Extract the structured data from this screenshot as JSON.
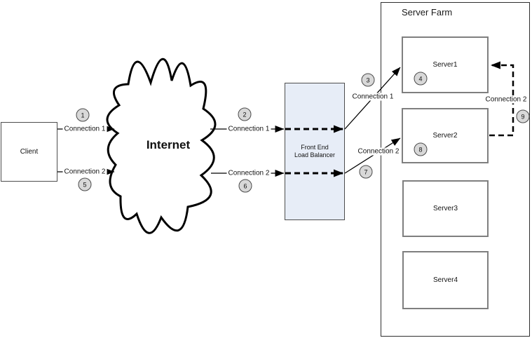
{
  "diagram_title": "Server Farm",
  "nodes": {
    "client": {
      "label": "Client"
    },
    "internet": {
      "label": "Internet"
    },
    "load_balancer": {
      "label_line1": "Front End",
      "label_line2": "Load Balancer"
    },
    "server_farm": {
      "label": "Server Farm"
    },
    "server1": {
      "label": "Server1"
    },
    "server2": {
      "label": "Server2"
    },
    "server3": {
      "label": "Server3"
    },
    "server4": {
      "label": "Server4"
    }
  },
  "connection_labels": {
    "client_conn1": "Connection 1",
    "client_conn2": "Connection 2",
    "lb_conn1": "Connection 1",
    "lb_conn2": "Connection 2",
    "farm_conn1": "Connection 1",
    "farm_conn2": "Connection 2",
    "loop_conn2": "Connection 2"
  },
  "steps": [
    "1",
    "2",
    "3",
    "4",
    "5",
    "6",
    "7",
    "8",
    "9"
  ],
  "colors": {
    "lb_fill": "#e7edf7",
    "circle_fill": "#d8d8d8",
    "line_color": "#000000",
    "server_border": "#7f7f7f"
  }
}
